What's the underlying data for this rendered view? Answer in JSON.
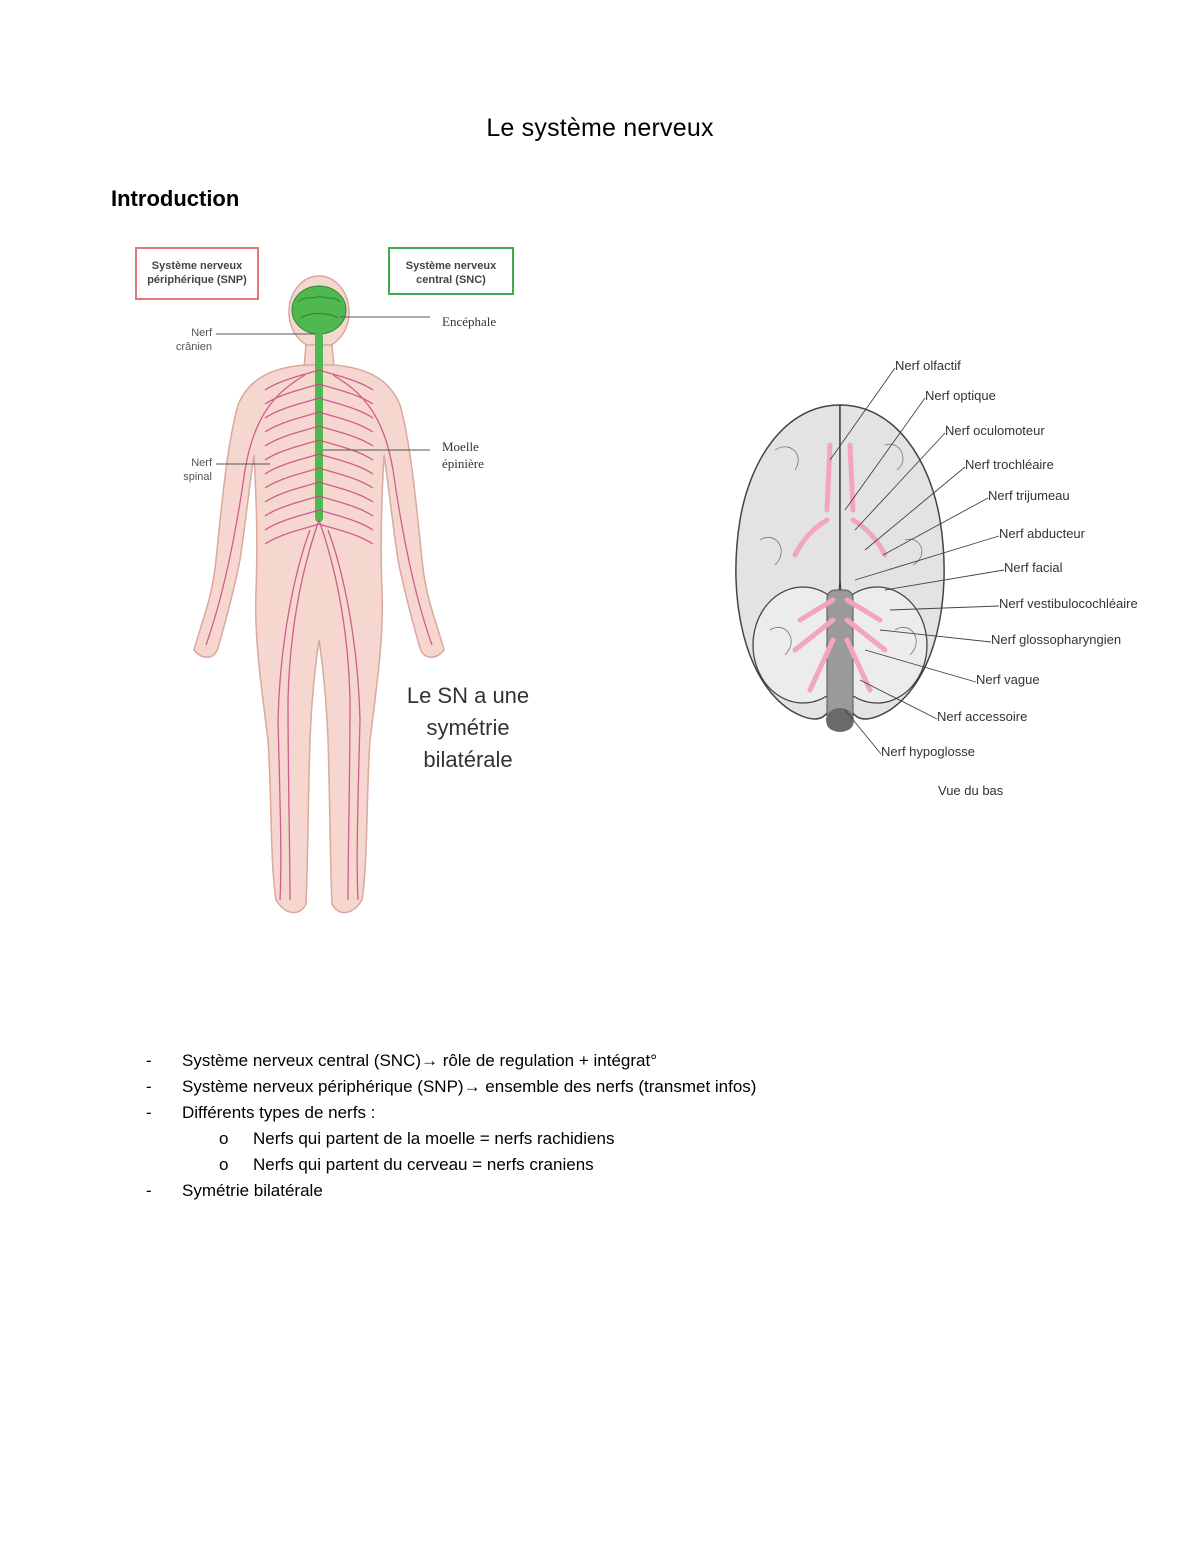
{
  "document": {
    "title": "Le système nerveux",
    "section_heading": "Introduction"
  },
  "figure_body": {
    "box_snp": [
      "Système nerveux",
      "périphérique (SNP)"
    ],
    "box_snc": [
      "Système nerveux",
      "central (SNC)"
    ],
    "label_encephale": "Encéphale",
    "label_nerf_cranien": [
      "Nerf",
      "crânien"
    ],
    "label_moelle": [
      "Moelle",
      "épinière"
    ],
    "label_nerf_spinal": [
      "Nerf",
      "spinal"
    ],
    "symmetry_note": [
      "Le SN a une",
      "symétrie",
      "bilatérale"
    ],
    "colors": {
      "cns": "#4fb84f",
      "nerves": "#c94a7e",
      "skin": "#f6d7cf",
      "snp_box": "#e0787a",
      "snc_box": "#3faa4e"
    }
  },
  "figure_brain": {
    "labels": [
      "Nerf olfactif",
      "Nerf optique",
      "Nerf oculomoteur",
      "Nerf trochléaire",
      "Nerf trijumeau",
      "Nerf abducteur",
      "Nerf facial",
      "Nerf vestibulocochléaire",
      "Nerf glossopharyngien",
      "Nerf vague",
      "Nerf accessoire",
      "Nerf hypoglosse"
    ],
    "caption": "Vue du bas",
    "colors": {
      "brain": "#e3e3e3",
      "nerves": "#f3a4c2",
      "stem": "#9a9a9a"
    }
  },
  "bullets": [
    {
      "level": 1,
      "mark": "-",
      "text": "Système nerveux central (SNC)→ rôle de regulation + intégrat°"
    },
    {
      "level": 1,
      "mark": "-",
      "text": "Système nerveux périphérique (SNP)→ ensemble des nerfs (transmet infos)"
    },
    {
      "level": 1,
      "mark": "-",
      "text": "Différents types de nerfs :"
    },
    {
      "level": 2,
      "mark": "o",
      "text": "Nerfs qui partent de la moelle = nerfs rachidiens"
    },
    {
      "level": 2,
      "mark": "o",
      "text": "Nerfs qui partent du cerveau = nerfs craniens"
    },
    {
      "level": 1,
      "mark": "-",
      "text": "Symétrie bilatérale"
    }
  ]
}
